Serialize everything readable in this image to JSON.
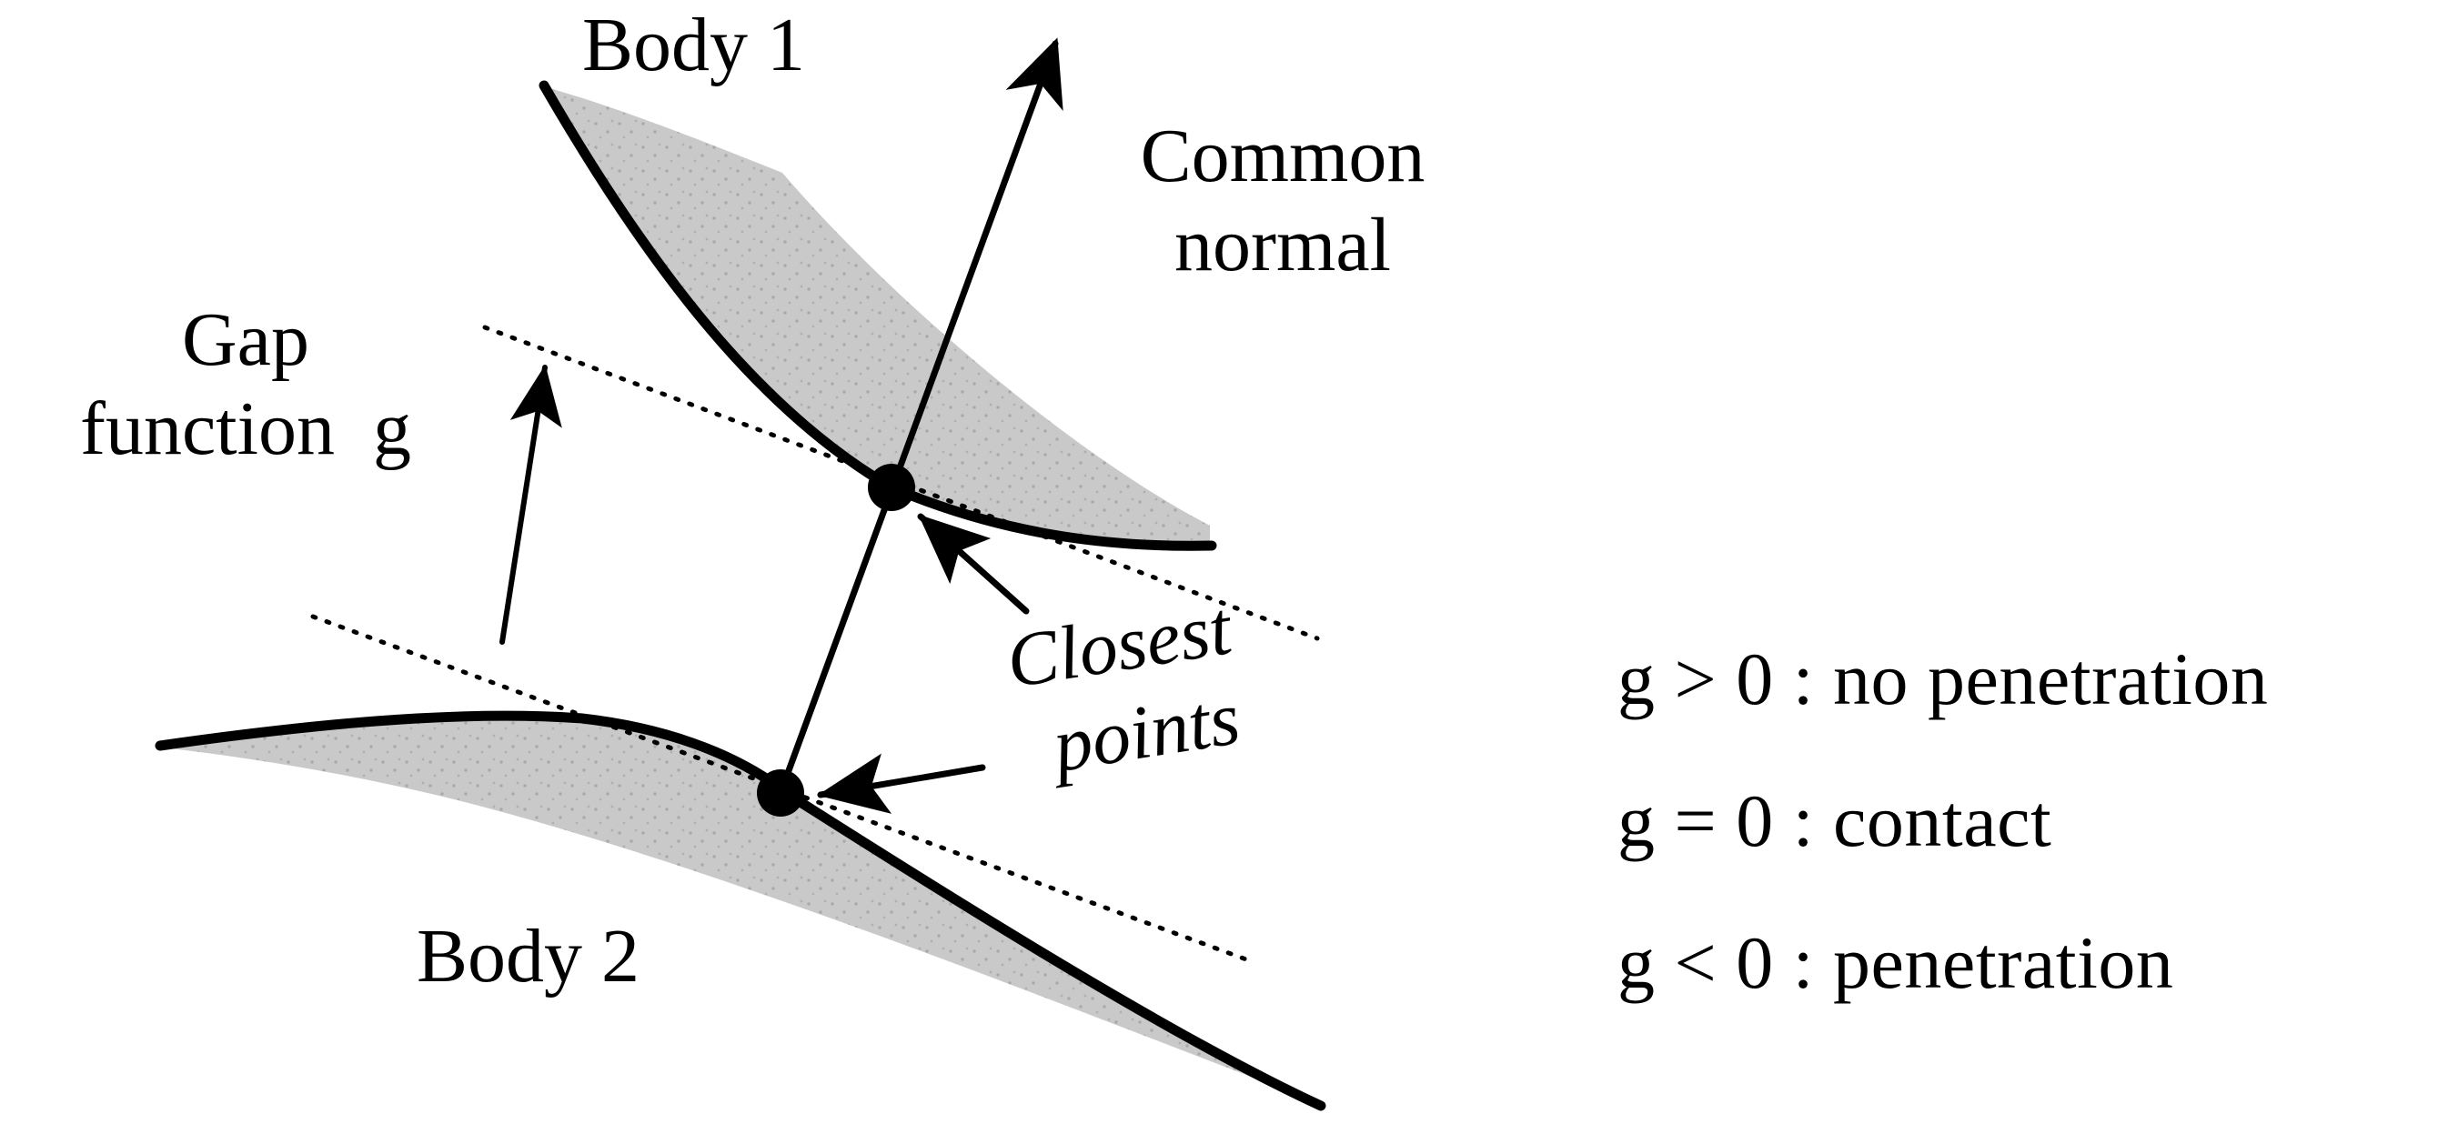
{
  "figure": {
    "title": "Gap function between two contacting bodies",
    "background_color": "#ffffff",
    "ink_color": "#000000",
    "body_fill_color": "#c8c8c8",
    "body_outline_color": "#000000",
    "tangent_line_style": "dotted"
  },
  "labels": {
    "body1": "Body 1",
    "body2": "Body 2",
    "common_normal_line1": "Common",
    "common_normal_line2": "normal",
    "gap_line1": "Gap",
    "gap_line2": "function  g",
    "closest_line1": "Closest",
    "closest_line2": "points"
  },
  "conditions": [
    "g > 0 : no penetration",
    "g = 0 : contact",
    "g < 0 : penetration"
  ],
  "annotations": {
    "gap_symbol": "g",
    "contact_point_upper": "closest point on Body 1",
    "contact_point_lower": "closest point on Body 2",
    "normal_arrow": "common normal direction"
  }
}
